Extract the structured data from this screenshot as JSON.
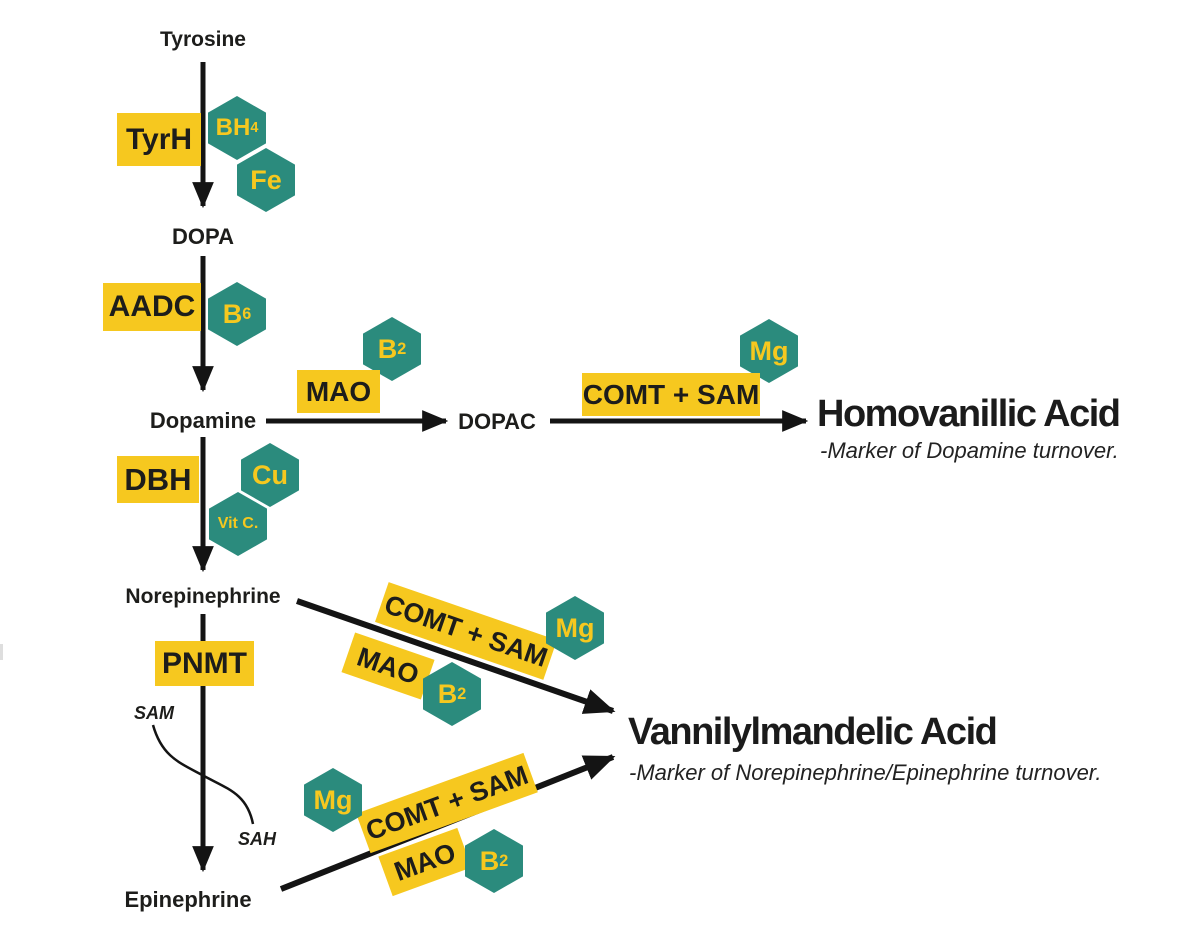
{
  "palette": {
    "yellow": "#F6C81F",
    "teal": "#2B8B7D",
    "ink": "#1D1D1B"
  },
  "nodes": {
    "tyrosine": "Tyrosine",
    "dopa": "DOPA",
    "dopamine": "Dopamine",
    "dopac": "DOPAC",
    "norepinephrine": "Norepinephrine",
    "epinephrine": "Epinephrine"
  },
  "enzymes": {
    "tyrh": "TyrH",
    "aadc": "AADC",
    "dbh": "DBH",
    "pnmt": "PNMT",
    "mao": "MAO",
    "comt_sam": "COMT + SAM"
  },
  "cofactors": {
    "bh4": {
      "main": "BH",
      "sub": "4"
    },
    "fe": {
      "main": "Fe"
    },
    "b6": {
      "main": "B",
      "sub": "6"
    },
    "b2": {
      "main": "B",
      "sub": "2"
    },
    "mg": {
      "main": "Mg"
    },
    "cu": {
      "main": "Cu"
    },
    "vitc": {
      "main": "Vit C."
    }
  },
  "products": {
    "hva": {
      "title": "Homovanillic Acid",
      "marker": "-Marker of Dopamine turnover."
    },
    "vma": {
      "title": "Vannilylmandelic Acid",
      "marker": "-Marker of Norepinephrine/Epinephrine turnover."
    }
  },
  "cofactor_transfer": {
    "donor": "SAM",
    "acceptor": "SAH"
  }
}
